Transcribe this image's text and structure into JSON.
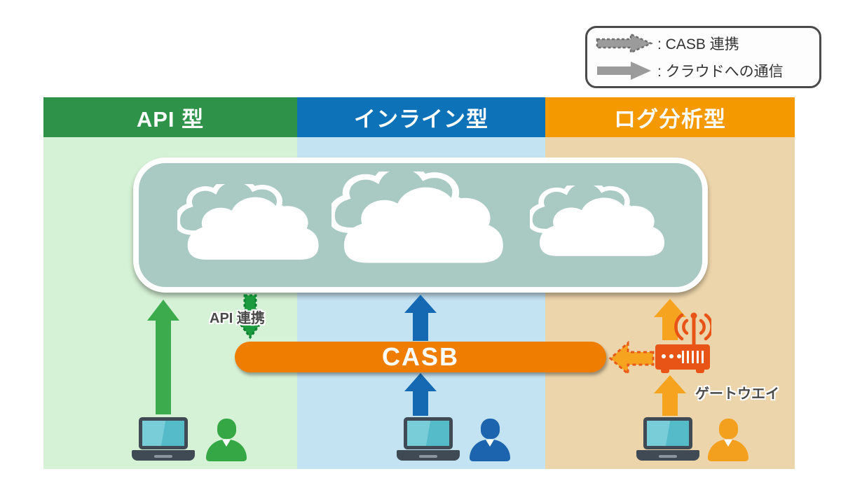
{
  "legend": {
    "items": [
      {
        "icon": "dashed-gray-arrow",
        "label": ": CASB 連携"
      },
      {
        "icon": "solid-gray-arrow",
        "label": ": クラウドへの通信"
      }
    ],
    "arrow_color": "#9b9b9b",
    "dashed_stroke": "#6e6e6e",
    "border_color": "#4a4a4a"
  },
  "columns": [
    {
      "header": "API 型",
      "header_color": "#2e9349",
      "bg_color": "#d6f2d6"
    },
    {
      "header": "インライン型",
      "header_color": "#0e72b9",
      "bg_color": "#c3e2f2"
    },
    {
      "header": "ログ分析型",
      "header_color": "#f49a00",
      "bg_color": "#edd5ab"
    }
  ],
  "cloud_area": {
    "cloud_count": 3,
    "bg_color": "#a9c9c3"
  },
  "casb": {
    "label": "CASB",
    "color": "#ee7d01"
  },
  "annotations": {
    "api_link": "API 連携",
    "gateway": "ゲートウエイ"
  },
  "arrow_colors": {
    "api_traffic": "#3cab4e",
    "api_link_dashed": "#1b9a3e",
    "inline_traffic": "#1569b3",
    "log_traffic": "#f6a41f",
    "casb_link_dashed_fill": "#f6a41f",
    "casb_link_dashed_stroke": "#e8591a"
  },
  "device_colors": {
    "router": "#e85415",
    "person_api": "#35a845",
    "person_inline": "#1c64ad",
    "person_log": "#f3a01e"
  }
}
